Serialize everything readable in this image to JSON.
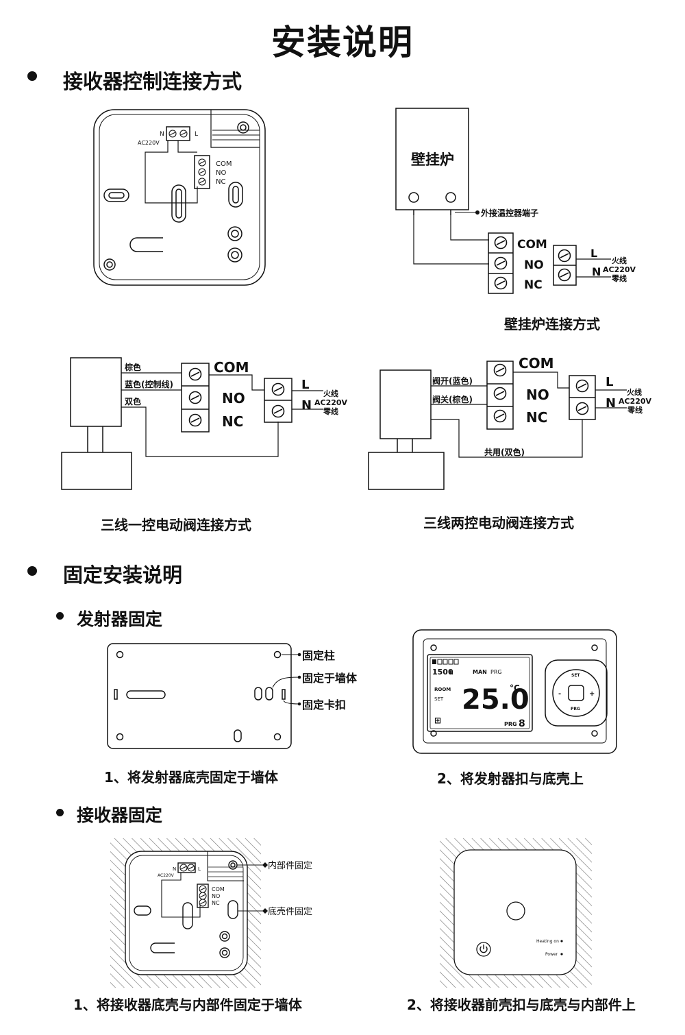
{
  "title": "安装说明",
  "section_connection": {
    "heading": "接收器控制连接方式",
    "receiver_board": {
      "n": "N",
      "l": "L",
      "ac": "AC220V",
      "com": "COM",
      "no": "NO",
      "nc": "NC"
    },
    "boiler": {
      "label": "壁挂炉",
      "terminal_note": "外接温控器端子",
      "com": "COM",
      "no": "NO",
      "nc": "NC",
      "l": "L",
      "n": "N",
      "fire": "火线",
      "ac": "AC220V",
      "zero": "零线",
      "caption": "壁挂炉连接方式"
    },
    "valve_single": {
      "brown": "棕色",
      "blue": "蓝色(控制线)",
      "double": "双色",
      "com": "COM",
      "no": "NO",
      "nc": "NC",
      "l": "L",
      "n": "N",
      "fire": "火线",
      "ac": "AC220V",
      "zero": "零线",
      "caption": "三线一控电动阀连接方式"
    },
    "valve_double": {
      "open": "阀开(蓝色)",
      "close": "阀关(棕色)",
      "common": "共用(双色)",
      "com": "COM",
      "no": "NO",
      "nc": "NC",
      "l": "L",
      "n": "N",
      "fire": "火线",
      "ac": "AC220V",
      "zero": "零线",
      "caption": "三线两控电动阀连接方式"
    }
  },
  "section_mount": {
    "heading": "固定安装说明",
    "transmitter": {
      "heading": "发射器固定",
      "callout_post": "固定柱",
      "callout_wall": "固定于墙体",
      "callout_clip": "固定卡扣",
      "step1": "1、将发射器底壳固定于墙体",
      "step2": "2、将发射器扣与底壳上",
      "display": {
        "time": "1500",
        "time_unit": "h",
        "man": "MAN",
        "prg": "PRG",
        "room": "ROOM",
        "set": "SET",
        "temp": "25.0",
        "unit": "°C",
        "prg_num": "8",
        "btn_set": "SET",
        "btn_minus": "-",
        "btn_plus": "+",
        "btn_prg": "PRG"
      }
    },
    "receiver": {
      "heading": "接收器固定",
      "callout_inner": "内部件固定",
      "callout_base": "底壳件固定",
      "board": {
        "n": "N",
        "l": "L",
        "ac": "AC220V",
        "com": "COM",
        "no": "NO",
        "nc": "NC"
      },
      "front_heating": "Heating on",
      "front_power": "Power",
      "step1": "1、将接收器底壳与内部件固定于墙体",
      "step2": "2、将接收器前壳扣与底壳与内部件上"
    }
  },
  "colors": {
    "ink": "#111111",
    "hatch": "#777777",
    "paper": "#ffffff"
  }
}
